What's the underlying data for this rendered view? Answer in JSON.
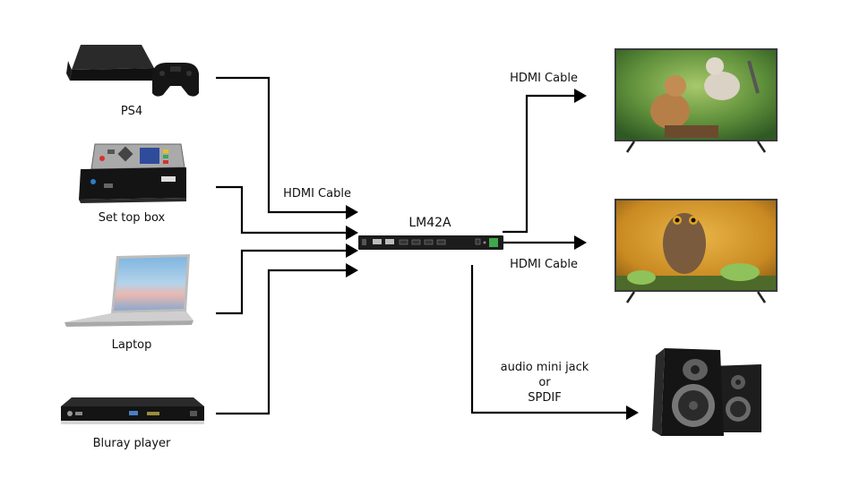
{
  "diagram": {
    "hub": {
      "name": "LM42A"
    },
    "sources": [
      {
        "id": "ps4",
        "label": "PS4"
      },
      {
        "id": "set-top-box",
        "label": "Set top box"
      },
      {
        "id": "laptop",
        "label": "Laptop"
      },
      {
        "id": "bluray-player",
        "label": "Bluray player"
      }
    ],
    "input_cable_label": "HDMI Cable",
    "outputs": [
      {
        "id": "tv-1",
        "cable_label": "HDMI Cable",
        "screen_content": "kittens"
      },
      {
        "id": "tv-2",
        "cable_label": "HDMI Cable",
        "screen_content": "owl"
      }
    ],
    "audio_output": {
      "id": "speakers",
      "cable_label_lines": [
        "audio mini jack",
        "or",
        "SPDIF"
      ]
    },
    "colors": {
      "wire": "#000000",
      "device_body": "#1c1c1c",
      "terminal_green": "#3fa84a"
    }
  }
}
